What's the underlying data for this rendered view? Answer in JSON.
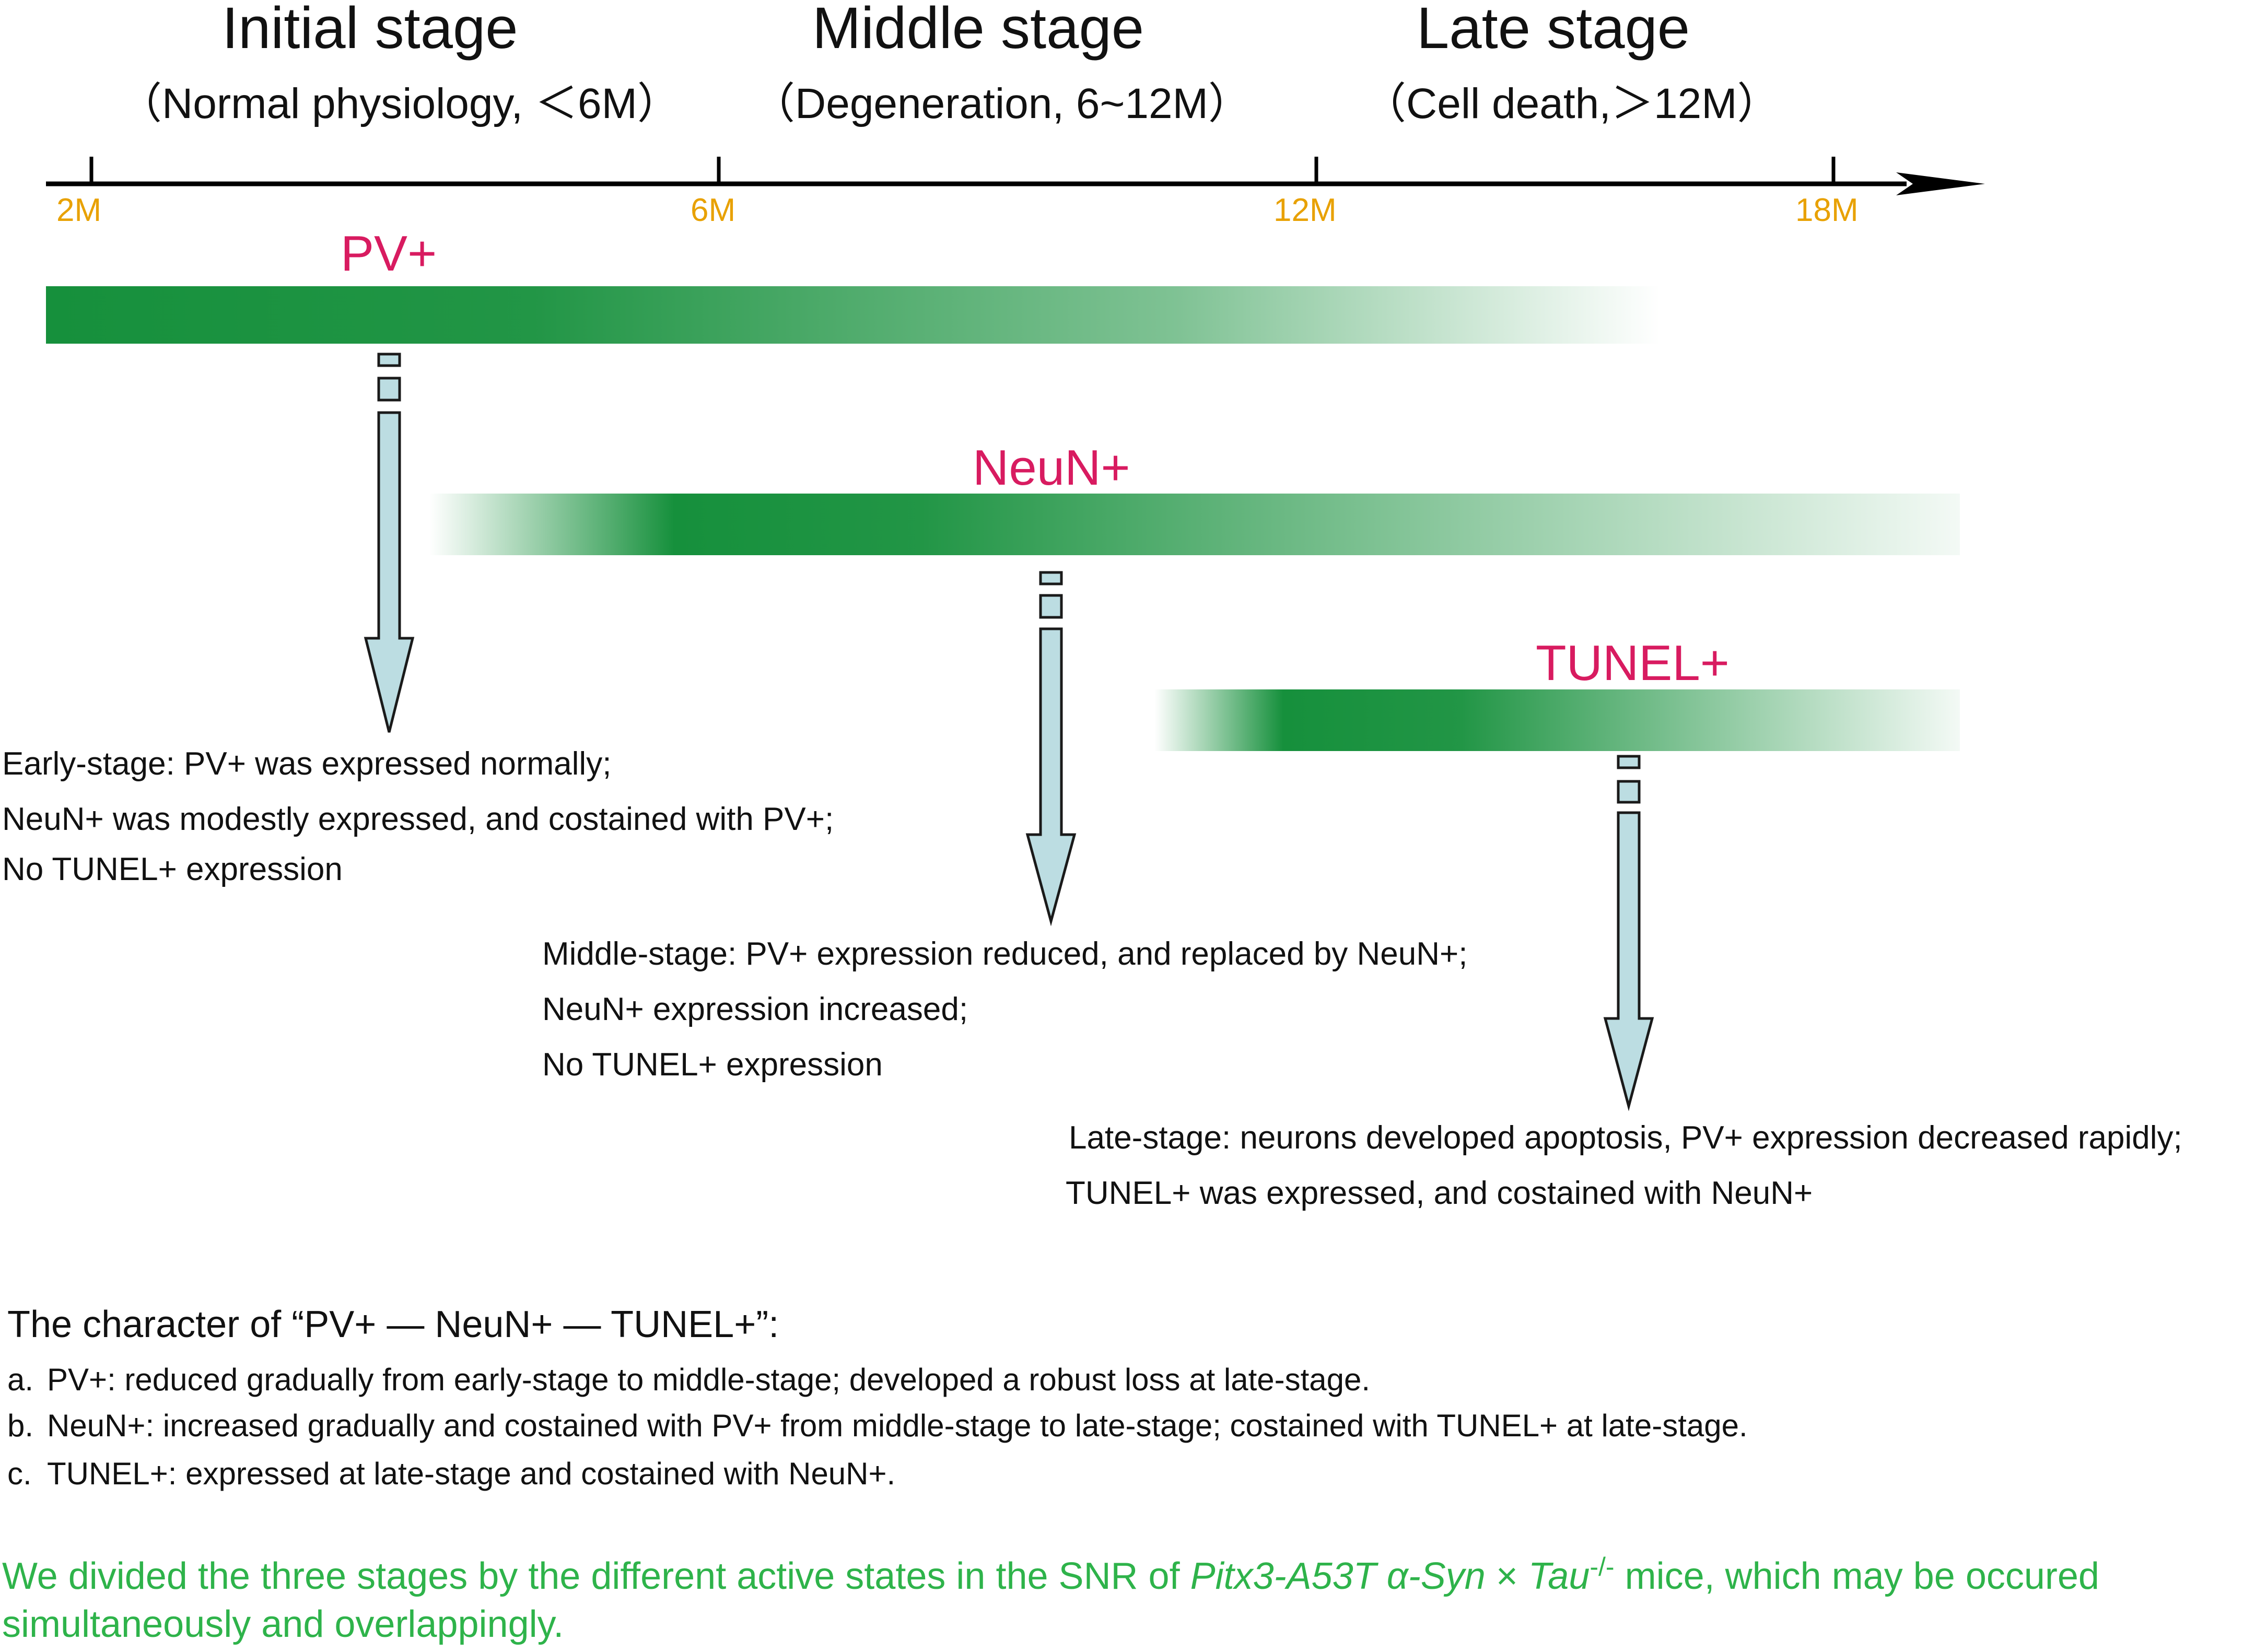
{
  "stages": [
    {
      "title": "Initial stage",
      "subtitle": "（Normal physiology, ＜6M）"
    },
    {
      "title": "Middle stage",
      "subtitle": "（Degeneration, 6~12M）"
    },
    {
      "title": "Late stage",
      "subtitle": "（Cell death,＞12M）"
    }
  ],
  "timeline": {
    "ticks": [
      "2M",
      "6M",
      "12M",
      "18M"
    ],
    "tick_color": "#e8a100",
    "axis_color": "#000000"
  },
  "markers": [
    {
      "label": "PV+",
      "color": "#d81b60"
    },
    {
      "label": "NeuN+",
      "color": "#d81b60"
    },
    {
      "label": "TUNEL+",
      "color": "#d81b60"
    }
  ],
  "bar_color": "#16903c",
  "arrow_color": "#bcdde2",
  "descriptions": [
    {
      "lines": [
        "Early-stage: PV+ was  expressed normally;",
        "NeuN+ was modestly expressed, and costained with PV+;",
        "No TUNEL+ expression"
      ]
    },
    {
      "lines": [
        "Middle-stage: PV+ expression reduced, and replaced by NeuN+;",
        "NeuN+ expression increased;",
        "No TUNEL+ expression"
      ]
    },
    {
      "lines": [
        "Late-stage: neurons developed apoptosis, PV+ expression decreased rapidly;",
        "TUNEL+ was expressed, and costained with NeuN+"
      ]
    }
  ],
  "character": {
    "title": "The character of “PV+ — NeuN+ — TUNEL+”:",
    "items": [
      {
        "letter": "a.",
        "text": "PV+: reduced gradually from early-stage to middle-stage; developed a robust loss at late-stage."
      },
      {
        "letter": "b.",
        "text": "NeuN+: increased gradually  and  costained with PV+ from middle-stage to late-stage; costained with TUNEL+ at late-stage."
      },
      {
        "letter": "c.",
        "text": "TUNEL+: expressed at late-stage and costained with NeuN+."
      }
    ]
  },
  "summary": {
    "color": "#2eb34a",
    "before": "We divided the three stages by the different active states in the SNR of ",
    "italic1": "Pitx3-A53T α-Syn",
    "times": " × ",
    "italic2": "Tau",
    "superscript": "-/-",
    "after": " mice, which may be occured simultaneously and overlappingly."
  }
}
